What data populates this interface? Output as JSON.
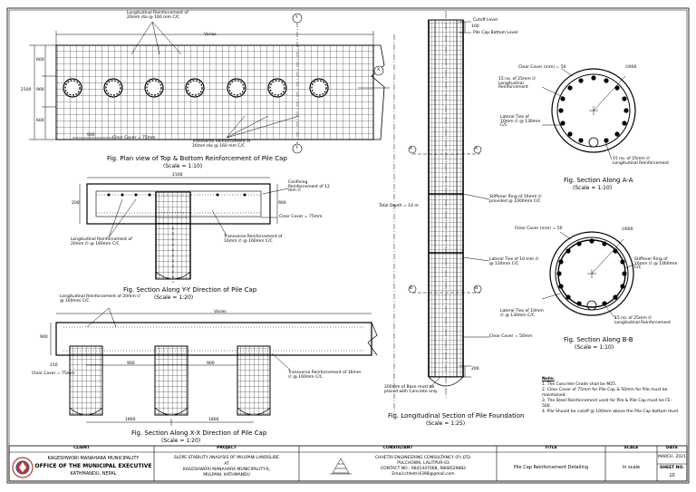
{
  "plan_view": {
    "title": "Fig. Plan view of Top & Bottom Reinforcement of Pile Cap",
    "scale": "(Scale = 1:10)",
    "label_longitudinal": "Longitudinal Reinforcement of 20mm dia @ 160 mm C/C",
    "label_transverse": "Transverse Reinforcement of 16mm dia @ 160 mm C/C",
    "label_clear_cover": "Clear Cover = 75mm",
    "dim_total_width": "Varies",
    "dim_height": "2100",
    "dim_top": "600",
    "dim_mid": "900",
    "dim_bottom": "600",
    "dim_spacing": "900",
    "section_marker_y": "Y",
    "section_marker_x": "X"
  },
  "section_yy": {
    "title": "Fig. Section Along Y-Y Direction of Pile Cap",
    "scale": "(Scale = 1:20)",
    "dim_width": "2100",
    "dim_depth": "900",
    "dim_side": "200",
    "label_confining": "Confining Reinforcement of 12 mm ∅",
    "label_clear_cover": "Clear Cover = 75mm",
    "label_longitudinal": "Longitudinal Reinforcement of 20mm ∅ @ 160mm C/C",
    "label_transverse": "Transverse Reinforcement of 16mm ∅ @ 160mm C/C"
  },
  "section_xx": {
    "title": "Fig. Section Along X-X Direction of Pile Cap",
    "scale": "(Scale = 1:20)",
    "label_longitudinal": "Longitudinal Reinforcement of 20mm ∅ @ 160mm C/C",
    "label_clear_cover": "Clear Cover = 75mm",
    "label_transverse": "Transverse Reinforcement of 16mm ∅ @ 160mm C/C",
    "dim_total": "Varies",
    "dim_depth": "900",
    "dim_spacing_a": "1800",
    "dim_spacing_b": "1800",
    "dim_gap_a": "900",
    "dim_gap_b": "900",
    "dim_edge": "150"
  },
  "longitudinal_section": {
    "title": "Fig. Longitudinal Section of Pile Foundation",
    "scale": "(Scale = 1:25)",
    "label_cutoff": "Cutoff Level",
    "label_pile_cap_bottom": "Pile Cap Bottom Level",
    "dim_cutoff": "100",
    "label_total_depth": "Total Depth = 14 m",
    "label_stiffener": "Stiffener Ring of 16mm ∅ provided @ 1000mm C/C",
    "label_lateral": "Lateral Ties of 10 mm ∅ @ 130mm C/C",
    "label_clear_cover": "Clear Cover = 50mm",
    "label_base": "200mm of Base must be placed with Concrete only",
    "dim_base": "200",
    "marker_a": "A",
    "marker_b": "B"
  },
  "section_aa": {
    "title": "Fig. Section Along A-A",
    "scale": "(Scale = 1:10)",
    "label_clear_cover": "Clear Cover (mm) = 50",
    "label_diameter": "∅600",
    "label_longitudinal_top": "15 no. of 25mm ∅ Longitudinal Reinforcement",
    "label_lateral": "Lateral Ties of 10mm ∅ @ 130mm C/C",
    "label_longitudinal_bottom": "15 no. of 25mm ∅ Longitudinal Reinforcement"
  },
  "section_bb": {
    "title": "Fig. Section Along B-B",
    "scale": "(Scale = 1:10)",
    "label_clear_cover": "Clear Cover (mm) = 50",
    "label_diameter": "∅600",
    "label_stiffener": "Stiffener Ring of 16mm ∅ @ 1000mm C/C",
    "label_lateral": "Lateral Ties of 10mm ∅ @ 130mm C/C",
    "label_longitudinal": "15 no. of 25mm ∅ Longitudinal Reinforcement"
  },
  "notes": {
    "heading": "Note:",
    "items": [
      "1. The Concrete Grade shall be M25.",
      "2. Clear Cover of 75mm for Pile Cap & 50mm for Pile must be maintained.",
      "3. The Steel Reinforcement used for Pile & Pile Cap must be FE-500.",
      "4. Pile Should be cutoff @ 100mm above the Pile Cap bottom level."
    ]
  },
  "title_block": {
    "headers": {
      "client": "CLIENT",
      "project": "PROJECT",
      "consultant": "CONSULTANT",
      "title": "TITLE",
      "scale": "SCALE",
      "date": "DATE",
      "sheet": "SHEET NO."
    },
    "client_line1": "KAGESHWORI MANAHARA MUNICIPALITY",
    "client_line2": "OFFICE OF THE MUNICIPAL EXECUTIVE",
    "client_line3": "KATHMANDU, NEPAL",
    "project_line1": "SLOPE STABILITY ANALYSIS OF MULPANI LANDSLIDE",
    "project_line2": "AT",
    "project_line3": "KAGESHWORI MANAHARA MUNICIPALITY-6,",
    "project_line4": "MULPANI, KATHMANDU",
    "consultant_line1": "CHHETRI ENGINEERING CONSULTANCY (P.) LTD.",
    "consultant_line2": "PULCHOWK, LALITPUR-03",
    "consultant_line3": "CONTACT NO.: 9841447068, 9808529882",
    "consultant_line4": "Email:chhetri4398@gmail.com",
    "title_value": "Pile Cap Reinforcement Detailing",
    "scale_value": "In scale",
    "date_value": "MARCH, 2021",
    "sheet_value": "10"
  }
}
